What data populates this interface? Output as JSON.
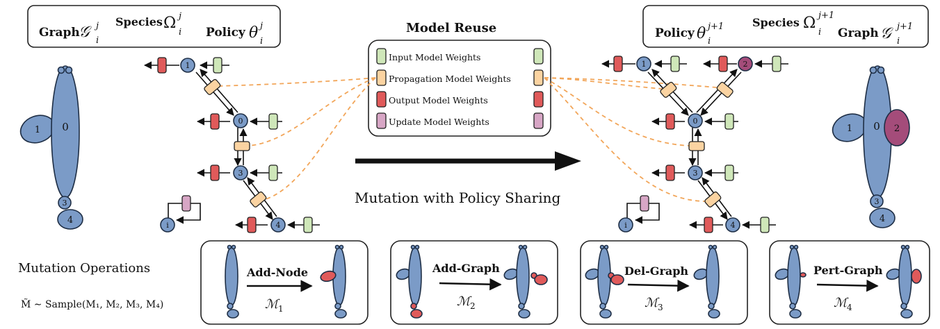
{
  "left_header": {
    "graph_label": "Graph",
    "graph_symbol": "𝒢",
    "graph_sup": "j",
    "graph_sub": "i",
    "species_label": "Species",
    "species_symbol": "Ω",
    "species_sup": "j",
    "species_sub": "i",
    "policy_label": "Policy",
    "policy_symbol": "θ",
    "policy_sup": "j",
    "policy_sub": "i"
  },
  "right_header": {
    "policy_label": "Policy",
    "policy_symbol": "θ",
    "policy_sup": "j+1",
    "policy_sub": "i",
    "species_label": "Species",
    "species_symbol": "Ω",
    "species_sup": "j+1",
    "species_sub": "i",
    "graph_label": "Graph",
    "graph_symbol": "𝒢",
    "graph_sup": "j+1",
    "graph_sub": "i"
  },
  "model_reuse": {
    "title": "Model Reuse",
    "legend": [
      {
        "label": "Input Model Weights",
        "kind": "input",
        "color": "#cfe7b9"
      },
      {
        "label": "Propagation  Model Weights",
        "kind": "propagation",
        "color": "#fbd3a1"
      },
      {
        "label": "Output Model Weights",
        "kind": "output",
        "color": "#e05a5a"
      },
      {
        "label": "Update Model Weights",
        "kind": "update",
        "color": "#d7a6c5"
      }
    ]
  },
  "mutation_with_policy": "Mutation with Policy Sharing",
  "left_graph": {
    "nodes": [
      "1",
      "0",
      "3",
      "4",
      "i"
    ],
    "body_labels": [
      "1",
      "0",
      "3",
      "4"
    ]
  },
  "right_graph": {
    "nodes": [
      "1",
      "2",
      "0",
      "3",
      "4",
      "i"
    ],
    "body_labels": [
      "1",
      "0",
      "2",
      "3",
      "4"
    ]
  },
  "mutation_ops": {
    "title": "Mutation Operations",
    "formula": "M̃ ∼ Sample(M₁, M₂, M₃, M₄)",
    "ops": [
      {
        "name": "Add-Node",
        "symbol": "ℳ",
        "sub": "1"
      },
      {
        "name": "Add-Graph",
        "symbol": "ℳ",
        "sub": "2"
      },
      {
        "name": "Del-Graph",
        "symbol": "ℳ",
        "sub": "3"
      },
      {
        "name": "Pert-Graph",
        "symbol": "ℳ",
        "sub": "4"
      }
    ]
  },
  "colors": {
    "body": "#7b9bc7",
    "mutated_red": "#e05a5a",
    "new_purple": "#a44c7a",
    "dashed_link": "#f2a65a"
  }
}
